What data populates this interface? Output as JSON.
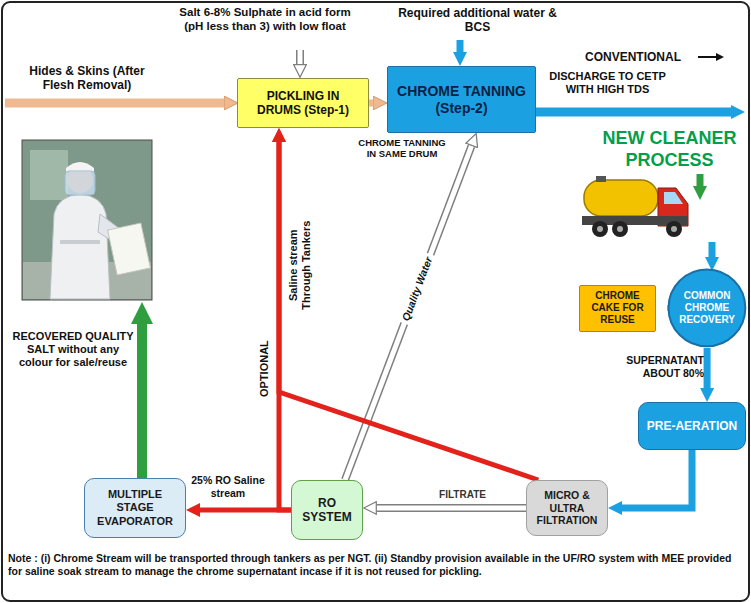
{
  "diagram": {
    "nodes": [
      {
        "text": [
          "PICKLING IN DRUMS (Step-1)"
        ]
      },
      {
        "text": [
          "CHROME TANNING (Step-2)"
        ]
      },
      {
        "text": [
          "CHROME CAKE FOR REUSE"
        ]
      },
      {
        "text": [
          "COMMON CHROME RECOVERY"
        ]
      },
      {
        "text": [
          "PRE-AERATION"
        ]
      },
      {
        "text": [
          "MICRO & ULTRA FILTRATION"
        ]
      },
      {
        "text": [
          "RO SYSTEM"
        ]
      },
      {
        "text": [
          "MULTIPLE STAGE EVAPORATOR"
        ]
      }
    ],
    "edges": [
      {
        "from": 0,
        "to": 1,
        "arrow": "to",
        "label": "CHROME TANNING IN SAME DRUM"
      },
      {
        "from": 3,
        "to": 2,
        "arrow": "to"
      },
      {
        "from": 3,
        "to": 4,
        "arrow": "to",
        "label": "SUPERNATANT ABOUT 80%"
      },
      {
        "from": 4,
        "to": 5,
        "arrow": "to"
      },
      {
        "from": 5,
        "to": 6,
        "arrow": "to",
        "label": "FILTRATE"
      },
      {
        "from": 6,
        "to": 1,
        "arrow": "to",
        "label": "Quality Water"
      },
      {
        "from": 6,
        "to": 7,
        "arrow": "to",
        "label": "25% RO Saline stream"
      },
      {
        "from": 6,
        "to": 0,
        "arrow": "to"
      },
      {
        "from": 5,
        "to": 0,
        "arrow": "to"
      }
    ],
    "labels": [
      "Hides & Skins (After Flesh Removal)",
      "Salt 6-8% Sulphate in acid form (pH less than 3) with low float",
      "Required additional water & BCS",
      "CONVENTIONAL",
      "DISCHARGE TO CETP WITH HIGH TDS",
      "NEW CLEANER PROCESS",
      "OPTIONAL",
      "Saline stream Through Tankers",
      "RECOVERED QUALITY SALT without any colour for sale/reuse",
      "Note : (i) Chrome Stream will be transported through tankers as per NGT. (ii) Standby provision available in the UF/RO system with MEE provided for saline soak stream to manage the chrome supernatant incase if it is not reused for pickling."
    ]
  }
}
